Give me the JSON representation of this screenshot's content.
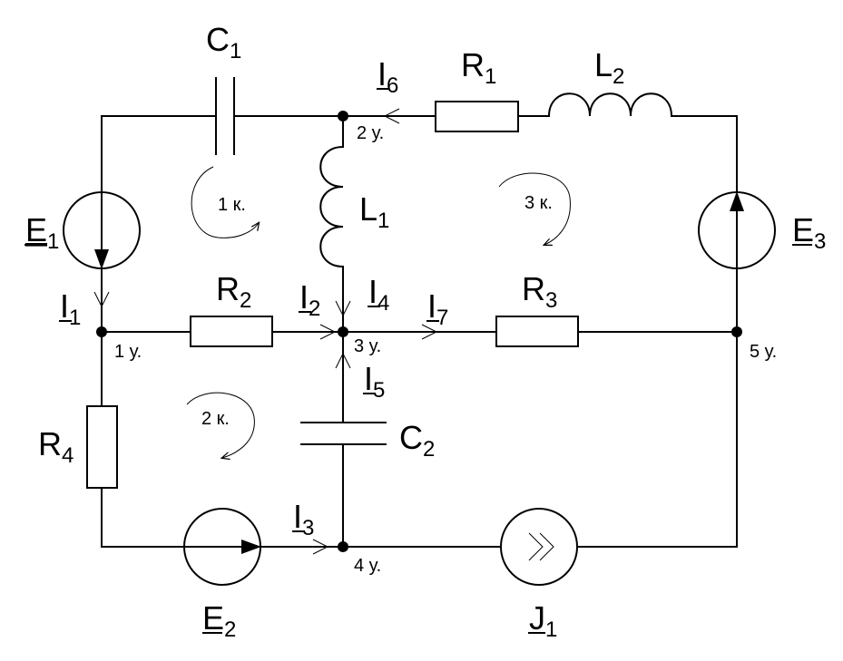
{
  "components": {
    "C1": {
      "letter": "C",
      "index": "1"
    },
    "C2": {
      "letter": "C",
      "index": "2"
    },
    "R1": {
      "letter": "R",
      "index": "1"
    },
    "R2": {
      "letter": "R",
      "index": "2"
    },
    "R3": {
      "letter": "R",
      "index": "3"
    },
    "R4": {
      "letter": "R",
      "index": "4"
    },
    "L1": {
      "letter": "L",
      "index": "1"
    },
    "L2": {
      "letter": "L",
      "index": "2"
    },
    "E1": {
      "letter": "E",
      "index": "1"
    },
    "E2": {
      "letter": "E",
      "index": "2"
    },
    "E3": {
      "letter": "E",
      "index": "3"
    },
    "J1": {
      "letter": "J",
      "index": "1"
    }
  },
  "currents": {
    "I1": {
      "letter": "I",
      "index": "1"
    },
    "I2": {
      "letter": "I",
      "index": "2"
    },
    "I3": {
      "letter": "I",
      "index": "3"
    },
    "I4": {
      "letter": "I",
      "index": "4"
    },
    "I5": {
      "letter": "I",
      "index": "5"
    },
    "I6": {
      "letter": "I",
      "index": "6"
    },
    "I7": {
      "letter": "I",
      "index": "7"
    }
  },
  "nodes": {
    "n1": "1 у.",
    "n2": "2 у.",
    "n3": "3 у.",
    "n4": "4 у.",
    "n5": "5 у."
  },
  "loops": {
    "k1": "1 к.",
    "k2": "2 к.",
    "k3": "3 к."
  }
}
